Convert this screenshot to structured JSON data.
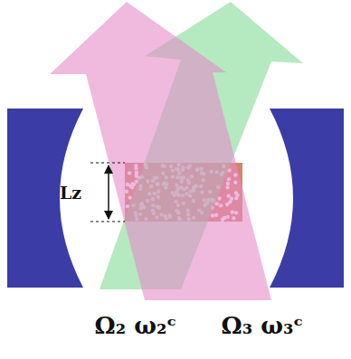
{
  "diagram": {
    "labels": [
      "Lz",
      "Ω₂ ω₂ᶜ",
      "Ω₃ ω₃ᶜ"
    ]
  }
}
